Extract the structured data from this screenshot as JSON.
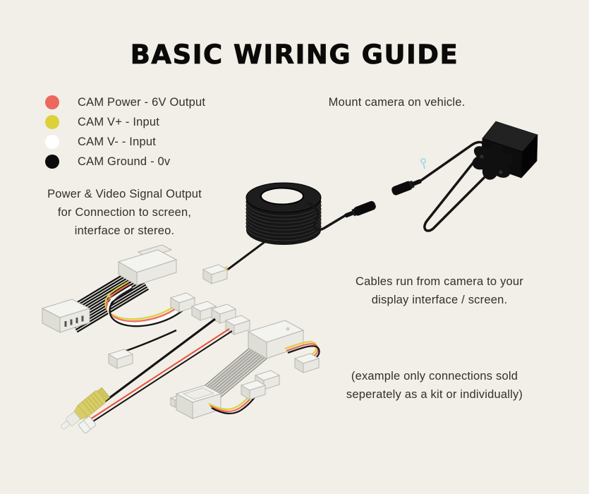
{
  "page": {
    "title": "BASIC WIRING GUIDE",
    "background_color": "#f1efe8"
  },
  "legend": {
    "items": [
      {
        "label": "CAM Power - 6V Output",
        "color": "#ec685e",
        "dot_icon": "red-dot"
      },
      {
        "label": "CAM V+ - Input",
        "color": "#ddd13a",
        "dot_icon": "yellow-dot"
      },
      {
        "label": "CAM V- - Input",
        "color": "#ffffff",
        "dot_icon": "white-dot"
      },
      {
        "label": "CAM Ground - 0v",
        "color": "#0c0c0c",
        "dot_icon": "black-dot"
      }
    ]
  },
  "captions": {
    "mount": "Mount camera on vehicle.",
    "power_output": "Power & Video Signal Output\nfor Connection to screen,\ninterface or stereo.",
    "cables_run": "Cables run from camera to your\ndisplay interface / screen.",
    "example_note": "(example only connections sold\nseperately as a kit or individually)"
  },
  "illustrations": {
    "coil": "coiled-extension-cable",
    "camera": "camera-with-mounting-bracket",
    "harness_a": "display-harness-with-loop-wires",
    "harness_b": "interface-harness-with-loop-wires",
    "rca": "rca-video-and-power-pigtail",
    "pigtail": "four-pin-pigtail-connector"
  }
}
